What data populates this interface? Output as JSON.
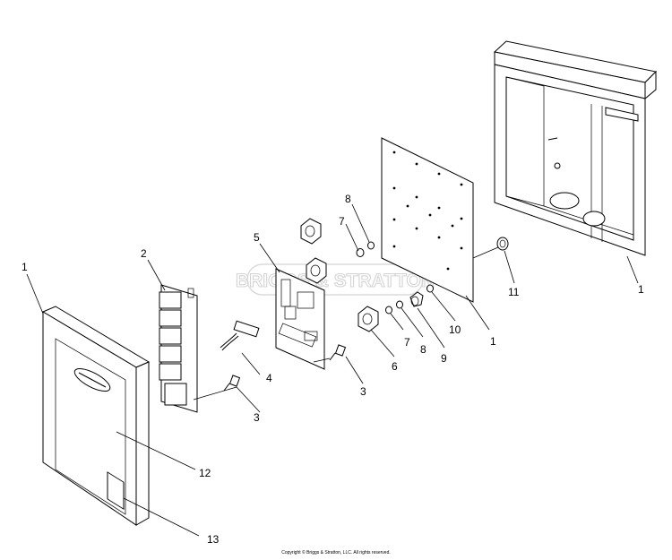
{
  "watermark": "BRIGGS & STRATTON",
  "copyright": "Copyright © Briggs & Stratton, LLC. All rights reserved.",
  "callouts": {
    "c1_door": "1",
    "c2": "2",
    "c3_left": "3",
    "c4": "4",
    "c5": "5",
    "c3_right": "3",
    "c6": "6",
    "c7_upper": "7",
    "c8_upper": "8",
    "c7_lower": "7",
    "c8_lower": "8",
    "c9": "9",
    "c10": "10",
    "c1_panel": "1",
    "c11": "11",
    "c1_enclosure": "1",
    "c12": "12",
    "c13": "13"
  }
}
